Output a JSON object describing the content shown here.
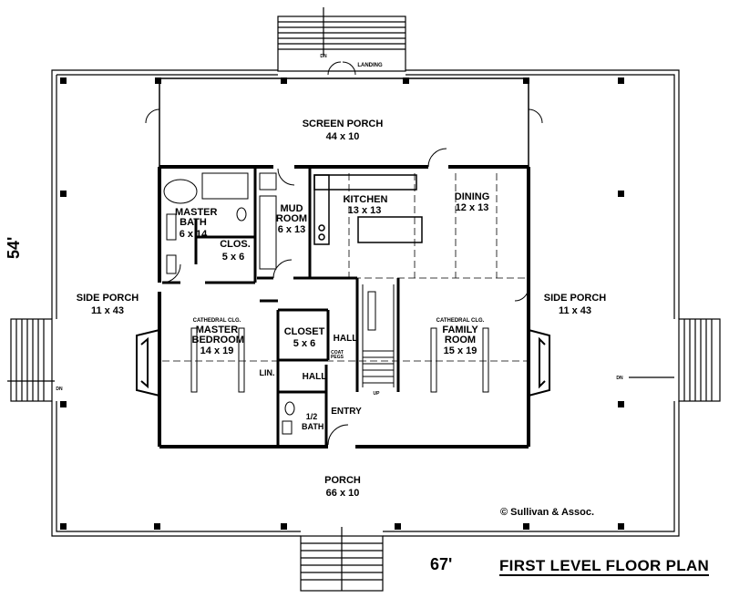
{
  "plan": {
    "title": "FIRST LEVEL FLOOR PLAN",
    "copyright": "© Sullivan & Assoc.",
    "width_dim": "67'",
    "depth_dim": "54'"
  },
  "rooms": {
    "screen_porch": {
      "name": "SCREEN PORCH",
      "size": "44 x 10"
    },
    "side_porch_left": {
      "name": "SIDE PORCH",
      "size": "11 x 43"
    },
    "side_porch_right": {
      "name": "SIDE PORCH",
      "size": "11 x 43"
    },
    "porch": {
      "name": "PORCH",
      "size": "66 x 10"
    },
    "master_bath": {
      "name": "MASTER BATH",
      "size": "6 x 14"
    },
    "closet_master": {
      "name": "CLOS.",
      "size": "5 x 6"
    },
    "mud_room": {
      "name": "MUD ROOM",
      "size": "6 x 13"
    },
    "kitchen": {
      "name": "KITCHEN",
      "size": "13 x 13"
    },
    "dining": {
      "name": "DINING",
      "size": "12 x 13"
    },
    "master_bedroom": {
      "note": "CATHEDRAL CLG.",
      "name": "MASTER BEDROOM",
      "size": "14 x 19"
    },
    "closet_hall": {
      "name": "CLOSET",
      "size": "5 x 6"
    },
    "family_room": {
      "note": "CATHEDRAL CLG.",
      "name": "FAMILY ROOM",
      "size": "15 x 19"
    },
    "hall_upper": "HALL",
    "hall_lower": "HALL",
    "half_bath": {
      "name": "1/2 BATH"
    },
    "entry": "ENTRY",
    "linen": "LIN.",
    "landing": "LANDING",
    "coat_pegs": "COAT PEGS"
  },
  "stair_marks": {
    "top": "DN",
    "left": "DN",
    "right": "DN",
    "up": "UP"
  }
}
